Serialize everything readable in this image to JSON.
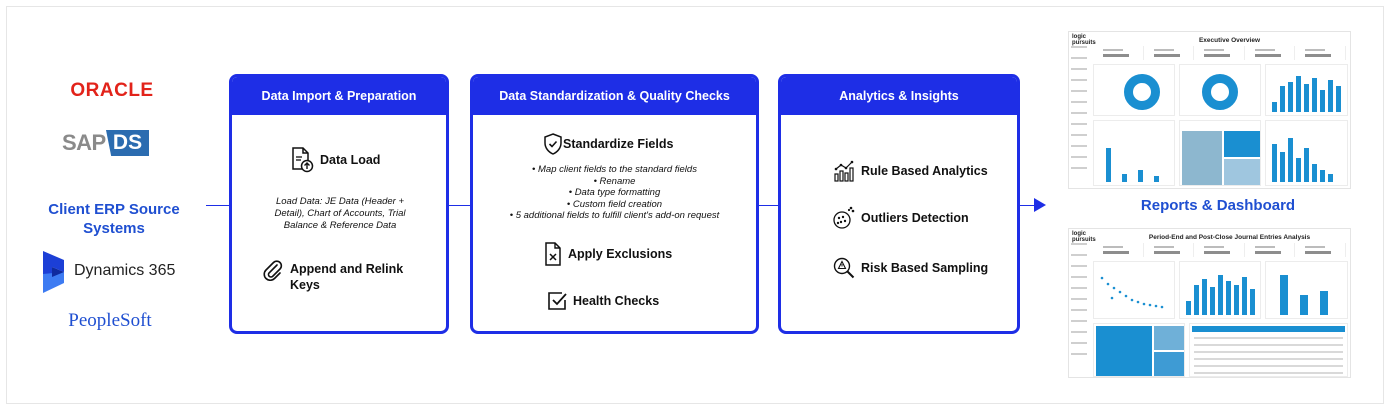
{
  "sources": {
    "oracle": "ORACLE",
    "sap": "SAP",
    "ds": "DS",
    "client_erp": "Client ERP Source Systems",
    "dynamics": "Dynamics 365",
    "peoplesoft": "PeopleSoft"
  },
  "stage1": {
    "title": "Data Import & Preparation",
    "data_load": "Data Load",
    "load_note": "Load Data: JE Data (Header + Detail), Chart of Accounts, Trial Balance & Reference Data",
    "append": "Append and Relink Keys"
  },
  "stage2": {
    "title": "Data Standardization & Quality Checks",
    "standardize": "Standardize Fields",
    "bullets": [
      "• Map client fields to the standard fields",
      "• Rename",
      "• Data type formatting",
      "• Custom field creation",
      "• 5 additional fields to fulfill client's add-on request"
    ],
    "exclusions": "Apply Exclusions",
    "health": "Health Checks"
  },
  "stage3": {
    "title": "Analytics & Insights",
    "rule": "Rule Based Analytics",
    "outliers": "Outliers Detection",
    "risk": "Risk Based Sampling"
  },
  "reports": {
    "label": "Reports & Dashboard"
  },
  "dashboards": {
    "d1_logo": "logic pursuits",
    "d1_title": "Executive Overview",
    "d2_logo": "logic pursuits",
    "d2_title": "Period-End and Post-Close Journal Entries Analysis"
  },
  "colors": {
    "accent": "#1e2ee6",
    "title_blue": "#1f4fd1",
    "oracle_red": "#e2231a",
    "chart_blue": "#1a8fd1"
  }
}
